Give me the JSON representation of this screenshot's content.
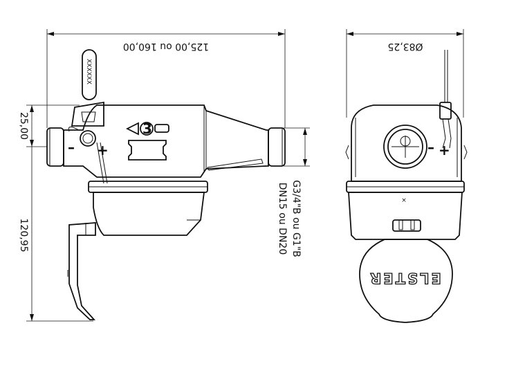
{
  "dimensions": {
    "length": "125,00 ou 160,00",
    "diameter": "Ø83,25",
    "height_offset": "25,00",
    "total_height": "120,95",
    "thread": "G3/4\"B ou G1\"B",
    "nominal": "DN15 ou DN20"
  },
  "labels": {
    "brand": "ELSTER",
    "seal_code": "XXXXXX",
    "direction_number": "3",
    "minus": "–",
    "plus": "+"
  }
}
